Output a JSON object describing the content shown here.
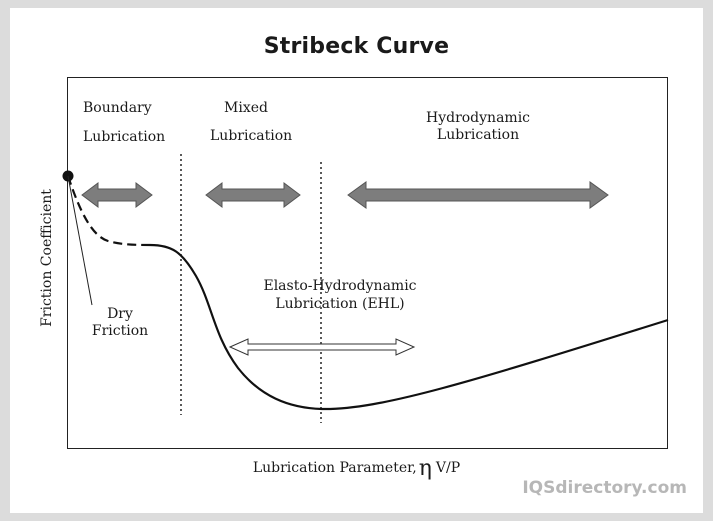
{
  "title": "Stribeck Curve",
  "regions": {
    "boundary": [
      "Boundary",
      "Lubrication"
    ],
    "mixed": [
      "Mixed",
      "Lubrication"
    ],
    "hydrodynamic": [
      "Hydrodynamic",
      "Lubrication"
    ]
  },
  "ehl": [
    "Elasto-Hydrodynamic",
    "Lubrication (EHL)"
  ],
  "dry_friction": [
    "Dry",
    "Friction"
  ],
  "axes": {
    "ylabel": "Friction Coefficient",
    "xlabel_prefix": "Lubrication Parameter,",
    "xlabel_eta": "η",
    "xlabel_suffix": "V/P"
  },
  "watermark": "IQSdirectory.com",
  "colors": {
    "frame": "#222222",
    "curve": "#111111",
    "arrow_fill": "#7d7d7d",
    "arrow_stroke": "#555555",
    "ehl_arrow_fill": "#ffffff",
    "background": "#dcdcdc",
    "watermark": "#b7b7b7"
  }
}
